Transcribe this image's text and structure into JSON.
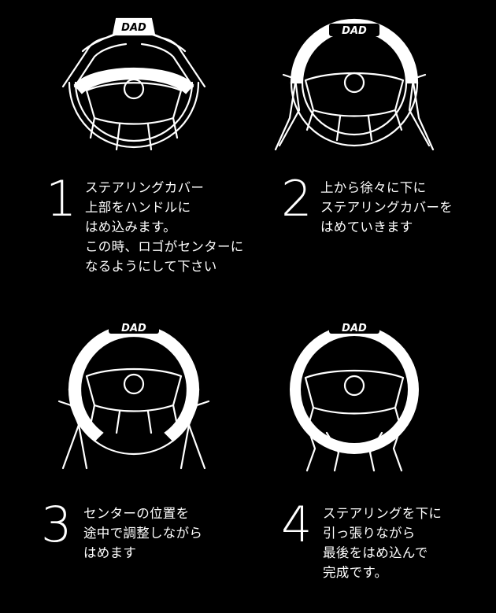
{
  "logo_text": "DAD",
  "steps": [
    {
      "number": "1",
      "lines": [
        "ステアリングカバー",
        "上部をハンドルに",
        "はめ込みます。",
        "この時、ロゴがセンターに",
        "なるようにして下さい"
      ]
    },
    {
      "number": "2",
      "lines": [
        "上から徐々に下に",
        "ステアリングカバーを",
        "はめていきます"
      ]
    },
    {
      "number": "3",
      "lines": [
        "センターの位置を",
        "途中で調整しながら",
        "はめます"
      ]
    },
    {
      "number": "4",
      "lines": [
        "ステアリングを下に",
        "引っ張りながら",
        "最後をはめ込んで",
        "完成です。"
      ]
    }
  ]
}
